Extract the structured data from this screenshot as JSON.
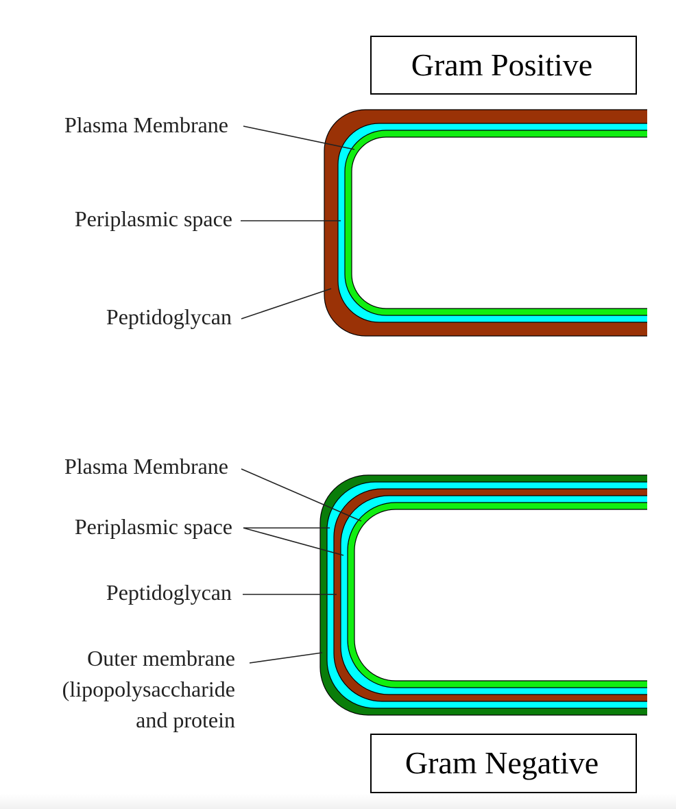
{
  "gram_positive": {
    "title": "Gram Positive",
    "labels": {
      "plasma_membrane": "Plasma Membrane",
      "periplasmic_space": "Periplasmic space",
      "peptidoglycan": "Peptidoglycan"
    }
  },
  "gram_negative": {
    "title": "Gram Negative",
    "labels": {
      "plasma_membrane": "Plasma Membrane",
      "periplasmic_space": "Periplasmic space",
      "peptidoglycan": "Peptidoglycan",
      "outer_membrane_line1": "Outer membrane",
      "outer_membrane_line2": "(lipopolysaccharide",
      "outer_membrane_line3": "and protein"
    }
  },
  "colors": {
    "peptidoglycan": "#9a3206",
    "periplasmic_space": "#00ffff",
    "plasma_membrane": "#11ee11",
    "outer_membrane": "#0a7d0a",
    "outline": "#000000",
    "leader_line": "#222222"
  }
}
